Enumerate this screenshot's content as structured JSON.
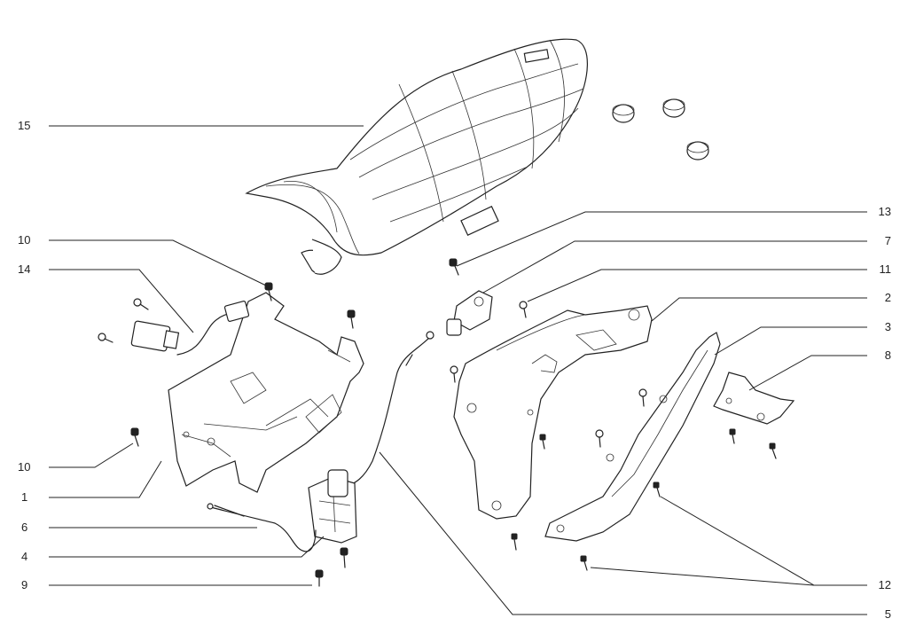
{
  "labels": {
    "left": [
      "15",
      "10",
      "14",
      "10",
      "1",
      "6",
      "4",
      "9"
    ],
    "right": [
      "13",
      "7",
      "11",
      "2",
      "3",
      "8",
      "12",
      "5"
    ]
  }
}
